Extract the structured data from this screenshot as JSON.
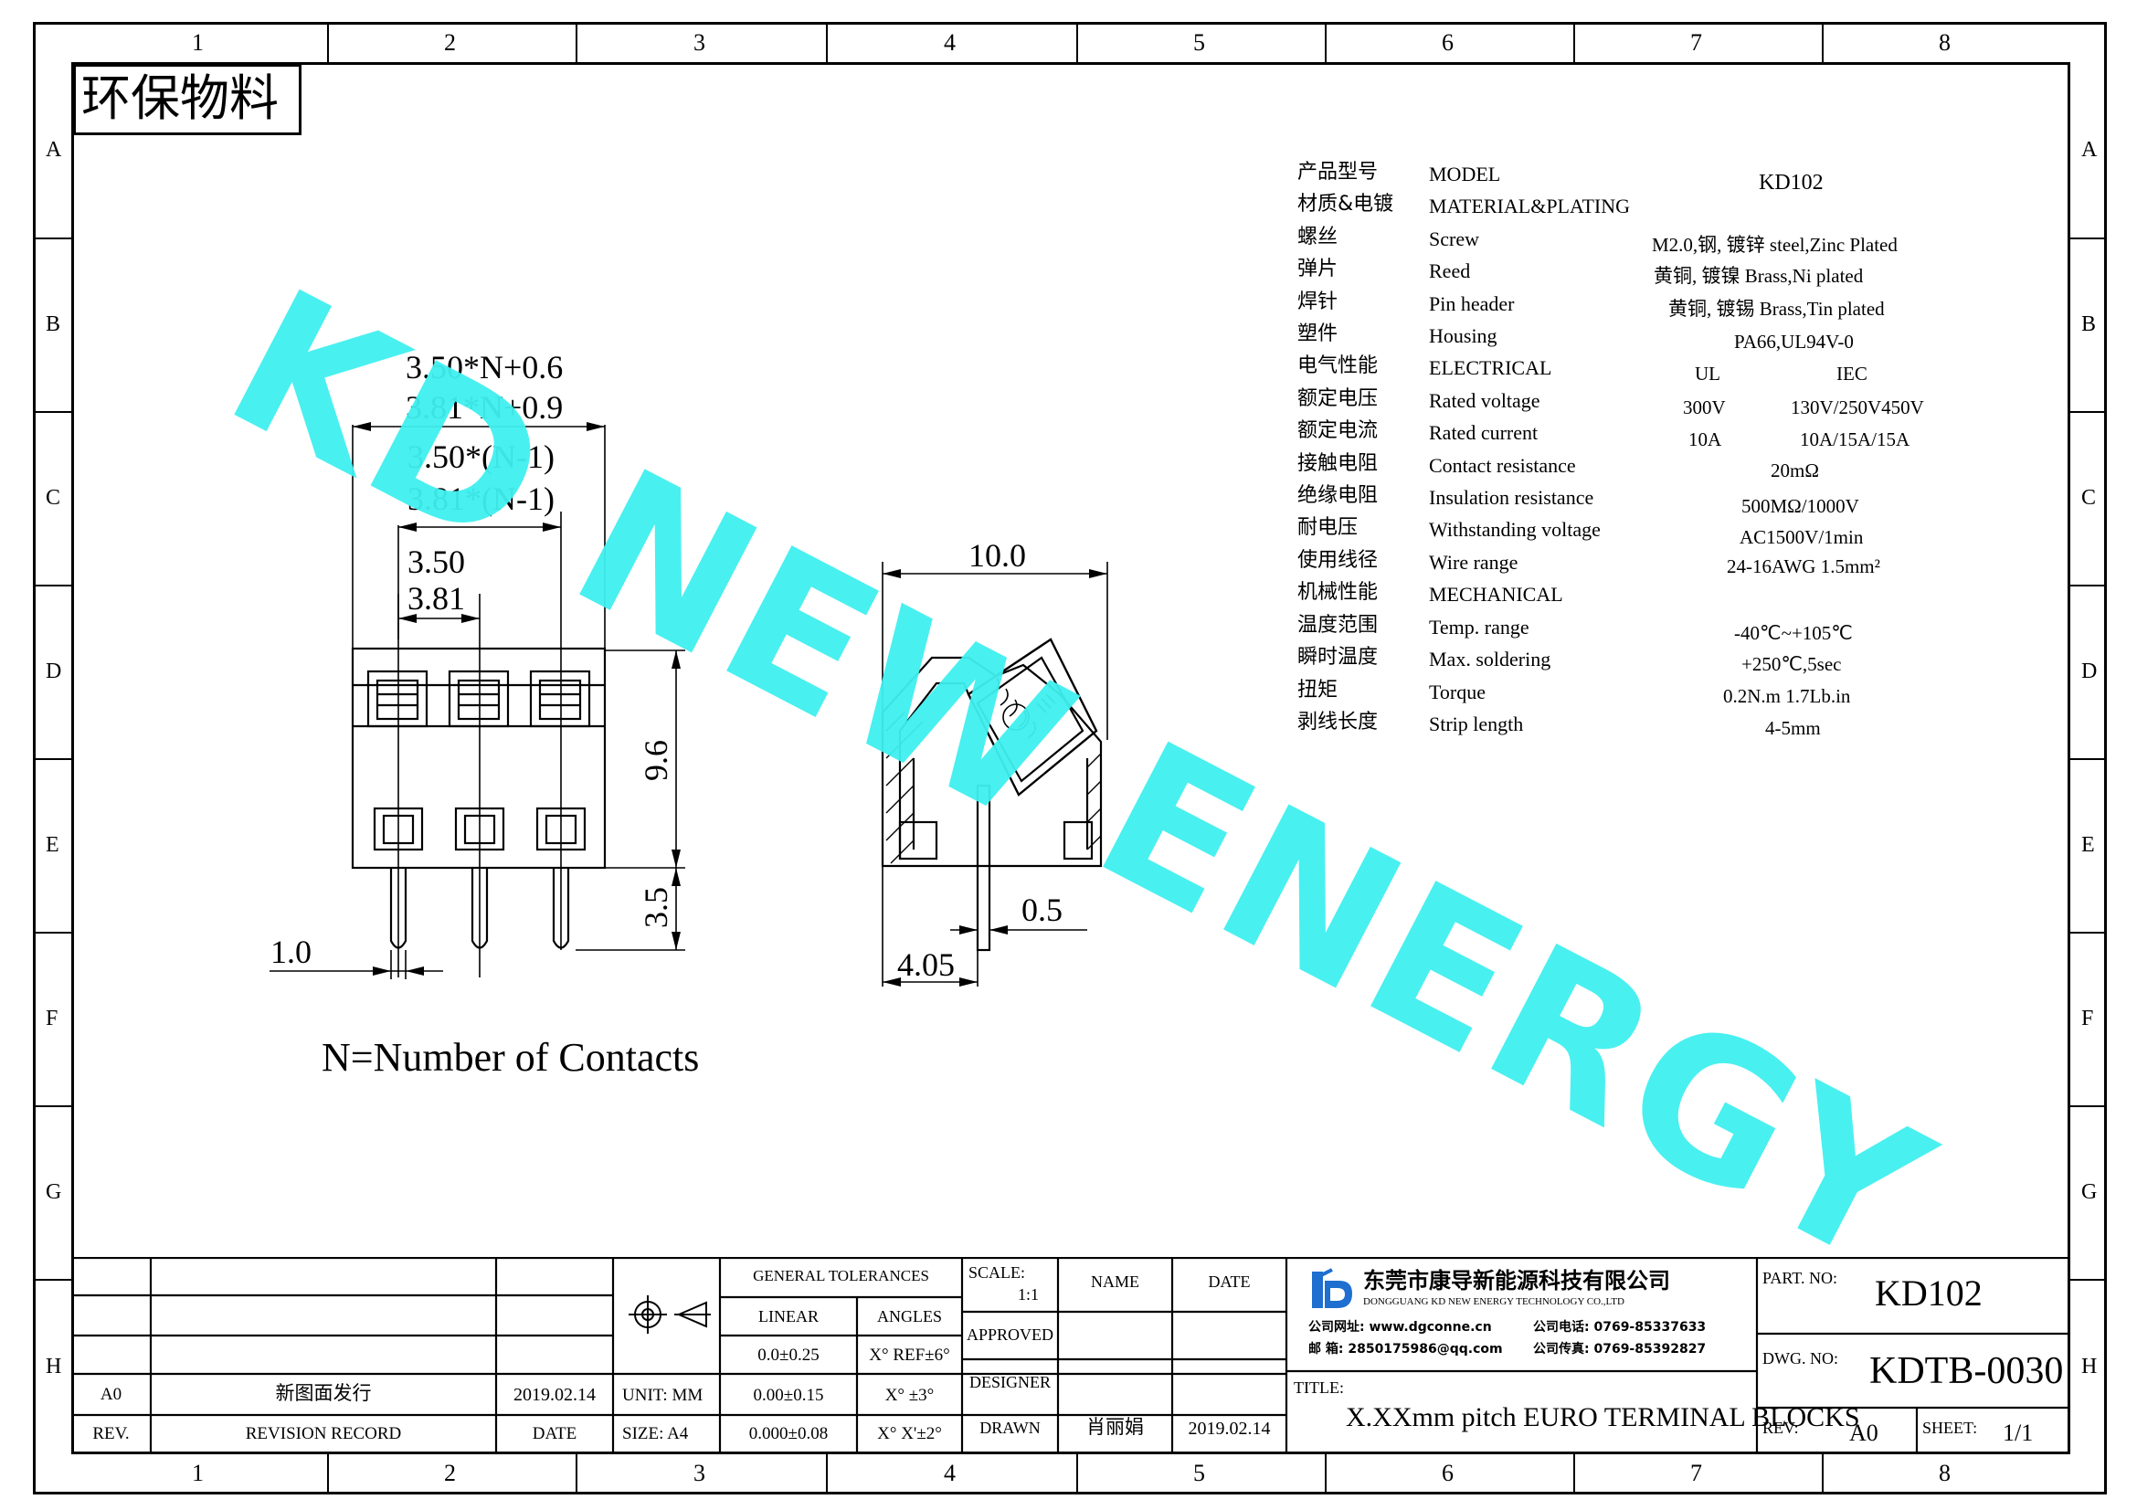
{
  "zones": {
    "columns": [
      "1",
      "2",
      "3",
      "4",
      "5",
      "6",
      "7",
      "8"
    ],
    "rows": [
      "A",
      "B",
      "C",
      "D",
      "E",
      "F",
      "G",
      "H"
    ]
  },
  "stamp": "环保物料",
  "watermark": "KD NEW ENERGY",
  "drawing": {
    "dims_front": {
      "overall_350": "3.50*N+0.6",
      "overall_381": "3.81*N+0.9",
      "span_350": "3.50*(N-1)",
      "span_381": "3.81*(N-1)",
      "pitch_350": "3.50",
      "pitch_381": "3.81",
      "height": "9.6",
      "pin": "3.5",
      "pin_dia": "1.0"
    },
    "dims_side": {
      "width": "10.0",
      "pin_thick": "0.5",
      "offset": "4.05"
    },
    "note": "N=Number of Contacts"
  },
  "specs": {
    "rows": [
      {
        "cn": "产品型号",
        "en": "MODEL"
      },
      {
        "cn": "材质&电镀",
        "en": "MATERIAL&PLATING"
      },
      {
        "cn": "螺丝",
        "en": "Screw"
      },
      {
        "cn": "弹片",
        "en": "Reed"
      },
      {
        "cn": "焊针",
        "en": "Pin header"
      },
      {
        "cn": "塑件",
        "en": "Housing"
      },
      {
        "cn": "电气性能",
        "en": "ELECTRICAL"
      },
      {
        "cn": "额定电压",
        "en": "Rated voltage"
      },
      {
        "cn": "额定电流",
        "en": "Rated current"
      },
      {
        "cn": "接触电阻",
        "en": "Contact resistance"
      },
      {
        "cn": "绝缘电阻",
        "en": "Insulation resistance"
      },
      {
        "cn": "耐电压",
        "en": "Withstanding voltage"
      },
      {
        "cn": "使用线径",
        "en": "Wire range"
      },
      {
        "cn": "机械性能",
        "en": "MECHANICAL"
      },
      {
        "cn": "温度范围",
        "en": "Temp. range"
      },
      {
        "cn": "瞬时温度",
        "en": "Max. soldering"
      },
      {
        "cn": "扭矩",
        "en": "Torque"
      },
      {
        "cn": "剥线长度",
        "en": "Strip length"
      }
    ],
    "values": {
      "model": "KD102",
      "screw": "M2.0,钢, 镀锌 steel,Zinc Plated",
      "reed": "黄铜, 镀镍 Brass,Ni plated",
      "pin": "黄铜, 镀锡 Brass,Tin plated",
      "housing": "PA66,UL94V-0",
      "ul": "UL",
      "iec": "IEC",
      "ul_voltage": "300V",
      "iec_voltage": "130V/250V450V",
      "ul_current": "10A",
      "iec_current": "10A/15A/15A",
      "contact_res": "20mΩ",
      "insulation": "500MΩ/1000V",
      "withstand": "AC1500V/1min",
      "wire": "24-16AWG 1.5mm²",
      "temp": "-40℃~+105℃",
      "soldering": "+250℃,5sec",
      "torque": "0.2N.m  1.7Lb.in",
      "strip": "4-5mm"
    }
  },
  "title_block": {
    "rev_header": "REV.",
    "rev_record_header": "REVISION RECORD",
    "date_header": "DATE",
    "rev_value": "A0",
    "rev_record_value": "新图面发行",
    "rev_date_value": "2019.02.14",
    "unit": "UNIT: MM",
    "size": "SIZE: A4",
    "tolerances": {
      "header": "GENERAL TOLERANCES",
      "linear": "LINEAR",
      "angles": "ANGLES",
      "lin1": "0.0±0.25",
      "lin2": "0.00±0.15",
      "lin3": "0.000±0.08",
      "ang1": "X° REF±6°",
      "ang2": "X°  ±3°",
      "ang3": "X° X'±2°"
    },
    "scale_label": "SCALE:",
    "scale_value": "1:1",
    "approved": "APPROVED",
    "designer": "DESIGNER",
    "drawn": "DRAWN",
    "name_header": "NAME",
    "date_col_header": "DATE",
    "drawn_name": "肖丽娟",
    "drawn_date": "2019.02.14",
    "company": {
      "name_cn": "东莞市康导新能源科技有限公司",
      "name_en": "DONGGUANG KD NEW ENERGY TECHNOLOGY CO.,LTD",
      "web": "公司网址: www.dgconne.cn",
      "tel": "公司电话: 0769-85337633",
      "mail": "邮    箱: 2850175986@qq.com",
      "fax": "公司传真: 0769-85392827"
    },
    "title_label": "TITLE:",
    "title_value": "X.XXmm pitch EURO TERMINAL BLOCKS",
    "part_label": "PART. NO:",
    "part_value": "KD102",
    "dwg_label": "DWG. NO:",
    "dwg_value": "KDTB-0030",
    "rev_label": "REV:",
    "rev_val": "A0",
    "sheet_label": "SHEET:",
    "sheet_value": "1/1"
  },
  "colors": {
    "watermark": "#40f0f0",
    "logo_blue": "#1e6fd0",
    "line": "#000000"
  }
}
